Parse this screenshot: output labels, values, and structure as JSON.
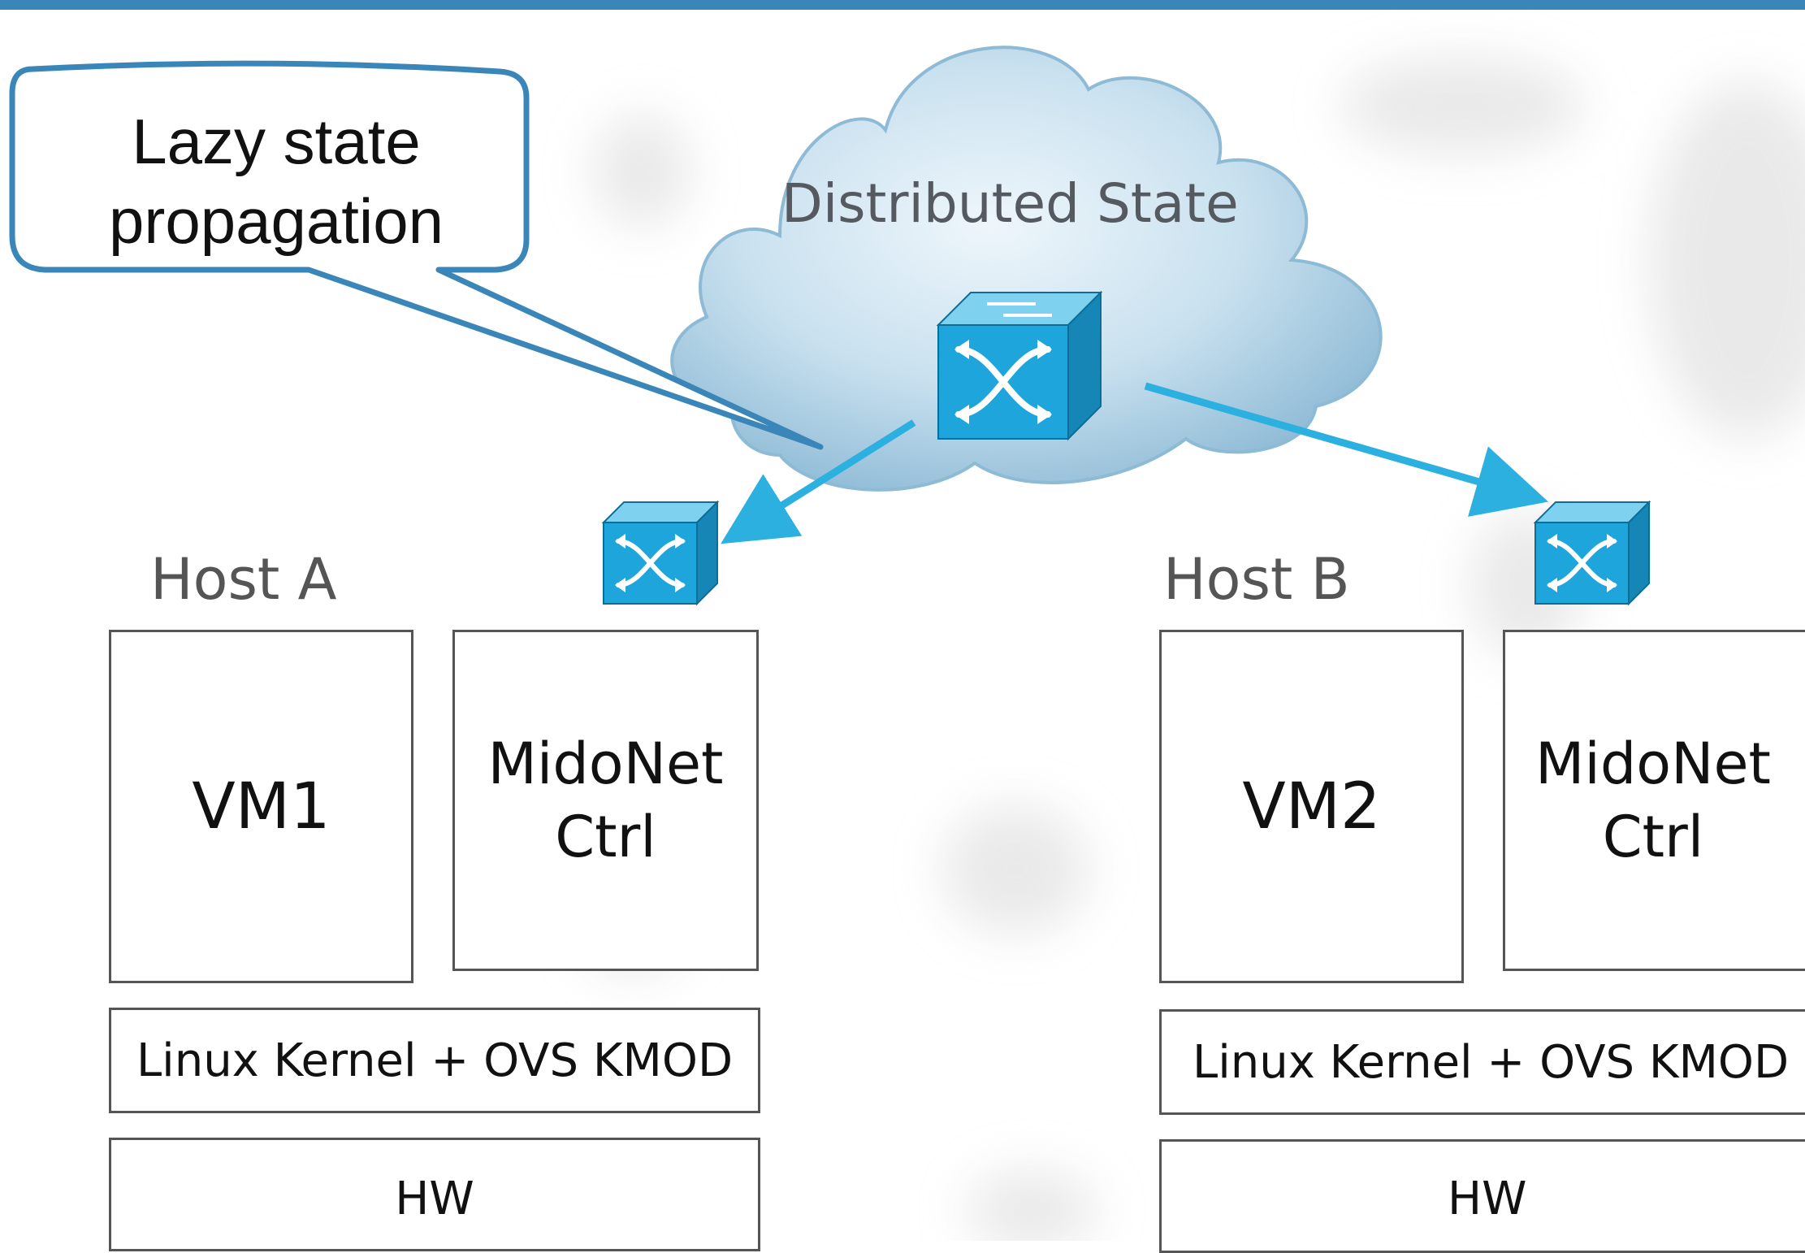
{
  "callout": {
    "line1": "Lazy state",
    "line2": "propagation"
  },
  "cloud": {
    "label": "Distributed State",
    "icon": "network-switch-icon"
  },
  "hosts": [
    {
      "label": "Host A",
      "vm": "VM1",
      "ctrl": "MidoNet\nCtrl",
      "kernel": "Linux Kernel + OVS KMOD",
      "hw": "HW"
    },
    {
      "label": "Host B",
      "vm": "VM2",
      "ctrl": "MidoNet\nCtrl",
      "kernel": "Linux Kernel + OVS KMOD",
      "hw": "HW"
    }
  ],
  "colors": {
    "accent": "#3a86b8",
    "arrow": "#2bb0e0",
    "switch": "#1c9fd6",
    "cloud": "#a9cde3"
  }
}
